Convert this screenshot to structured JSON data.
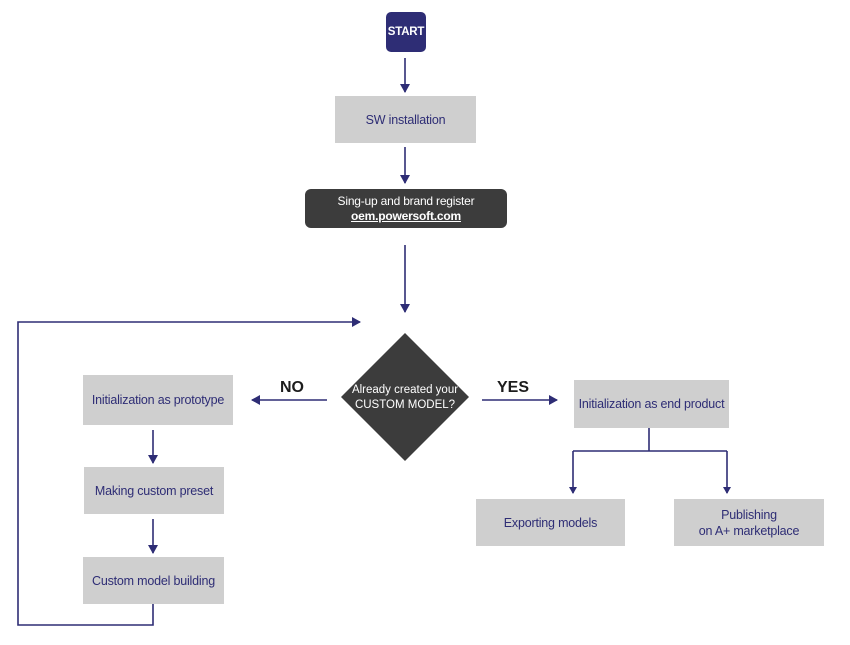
{
  "start": {
    "label": "START"
  },
  "nodes": {
    "sw_install": "SW installation",
    "signup": {
      "line1": "Sing-up and brand register",
      "link": "oem.powersoft.com"
    },
    "decision": {
      "line1": "Already created your",
      "line2": "CUSTOM MODEL?"
    },
    "init_prototype": "Initialization as prototype",
    "making_preset": "Making custom preset",
    "custom_model_building": "Custom model building",
    "init_end_product": "Initialization as end product",
    "exporting_models": "Exporting models",
    "publishing": {
      "line1": "Publishing",
      "line2": "on A+ marketplace"
    }
  },
  "branches": {
    "no": "NO",
    "yes": "YES"
  },
  "colors": {
    "accent": "#2e2d75",
    "box_gray": "#cfcfcf",
    "box_dark": "#3c3c3c",
    "text": "#2e2d75"
  }
}
